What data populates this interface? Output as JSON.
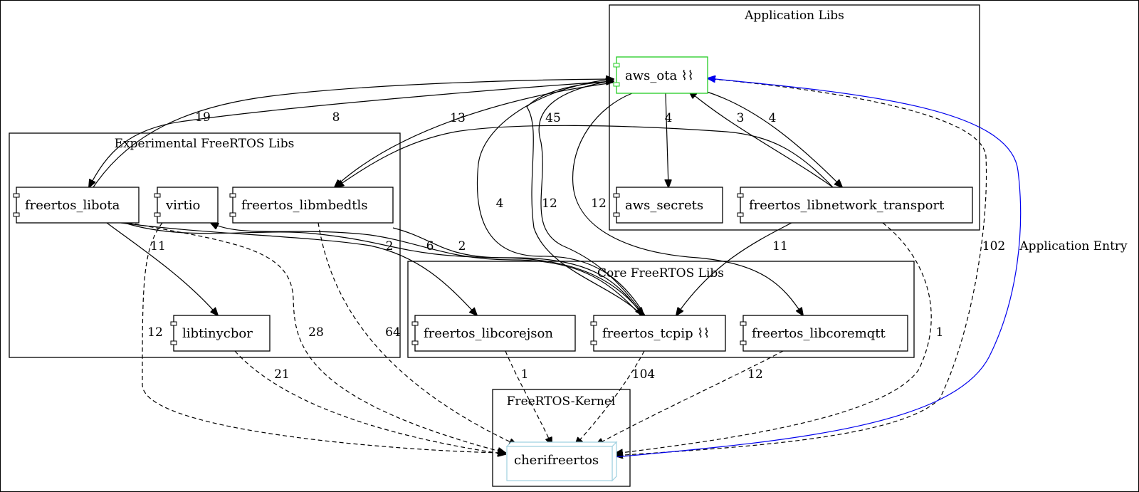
{
  "diagram": {
    "clusters": {
      "application": "Application Libs",
      "experimental": "Experimental FreeRTOS Libs",
      "core": "Core FreeRTOS Libs",
      "kernel": "FreeRTOS-Kernel"
    },
    "nodes": {
      "aws_ota": "aws_ota ⌇⌇",
      "aws_secrets": "aws_secrets",
      "freertos_libnetwork_transport": "freertos_libnetwork_transport",
      "freertos_libota": "freertos_libota",
      "virtio": "virtio",
      "freertos_libmbedtls": "freertos_libmbedtls",
      "libtinycbor": "libtinycbor",
      "freertos_libcorejson": "freertos_libcorejson",
      "freertos_tcpip": "freertos_tcpip ⌇⌇",
      "freertos_libcoremqtt": "freertos_libcoremqtt",
      "cherifreertos": "cherifreertos"
    },
    "edge_labels": {
      "libota_ota": "19",
      "ota_libota": "8",
      "ota_mbedtls": "13",
      "tcpip_ota": "45",
      "ota_secrets": "4",
      "ota_nettrans": "4",
      "nettrans_ota": "3",
      "ota_tcpip_a": "4",
      "ota_tcpip_b": "12",
      "ota_coremqtt": "12",
      "libota_tinycbor": "11",
      "libota_corejson": "2",
      "libota_tcpip": "6",
      "mbedtls_tcpip": "2",
      "nettrans_tcpip": "11",
      "virtio_kernel": "12",
      "libota_kernel": "28",
      "mbedtls_kernel": "64",
      "tinycbor_kernel": "21",
      "corejson_kernel": "1",
      "tcpip_kernel": "104",
      "coremqtt_kernel": "12",
      "nettrans_kernel": "1",
      "ota_kernel": "102",
      "entry": "Application Entry"
    },
    "colors": {
      "default": "#000000",
      "aws_ota_border": "#22cc22",
      "kernel_border": "#9fd0e0",
      "entry_edge": "#0000ee"
    }
  }
}
